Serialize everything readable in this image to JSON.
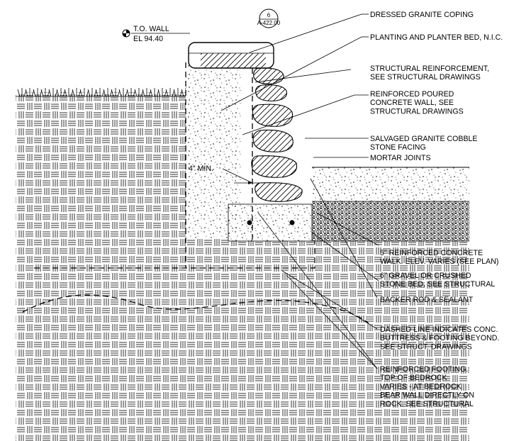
{
  "callout": {
    "number": "6",
    "sheet": "A-422.00"
  },
  "elevation": {
    "label": "T.O. WALL",
    "value": "EL 94.40"
  },
  "dimension": {
    "min_label": "4\" MIN."
  },
  "notes": [
    {
      "id": "coping",
      "lines": [
        "DRESSED GRANITE COPING"
      ]
    },
    {
      "id": "planting",
      "lines": [
        "PLANTING AND PLANTER BED, N.I.C."
      ]
    },
    {
      "id": "reinforcement",
      "lines": [
        "STRUCTURAL REINFORCEMENT,",
        "SEE STRUCTURAL DRAWINGS"
      ]
    },
    {
      "id": "concrete-wall",
      "lines": [
        "REINFORCED POURED",
        "CONCRETE WALL, SEE",
        "STRUCTURAL DRAWINGS"
      ]
    },
    {
      "id": "cobble",
      "lines": [
        "SALVAGED GRANITE COBBLE",
        "STONE FACING"
      ]
    },
    {
      "id": "mortar",
      "lines": [
        "MORTAR JOINTS"
      ]
    },
    {
      "id": "walk",
      "lines": [
        "5\" REINFORCED CONCRETE",
        "WALK. ELEV. VARIES (SEE PLAN)"
      ]
    },
    {
      "id": "gravel",
      "lines": [
        "6\" GRAVEL OR CRUSHED",
        "STONE BED, SEE STRUCTURAL"
      ]
    },
    {
      "id": "backer",
      "lines": [
        "BACKER ROD & SEALANT"
      ]
    },
    {
      "id": "buttress",
      "lines": [
        "DASHED LINE INDICATES CONC.",
        "BUTTRESS & FOOTING BEYOND.",
        "SEE STRUCT. DRAWINGS"
      ]
    },
    {
      "id": "footing",
      "lines": [
        "REINFORCED FOOTING.",
        "TOP OF BEDROCK",
        "VARIES - AT BEDROCK",
        "BEAR WALL DIRECTLY ON",
        "ROCK. SEE STRUCTURAL"
      ]
    }
  ]
}
